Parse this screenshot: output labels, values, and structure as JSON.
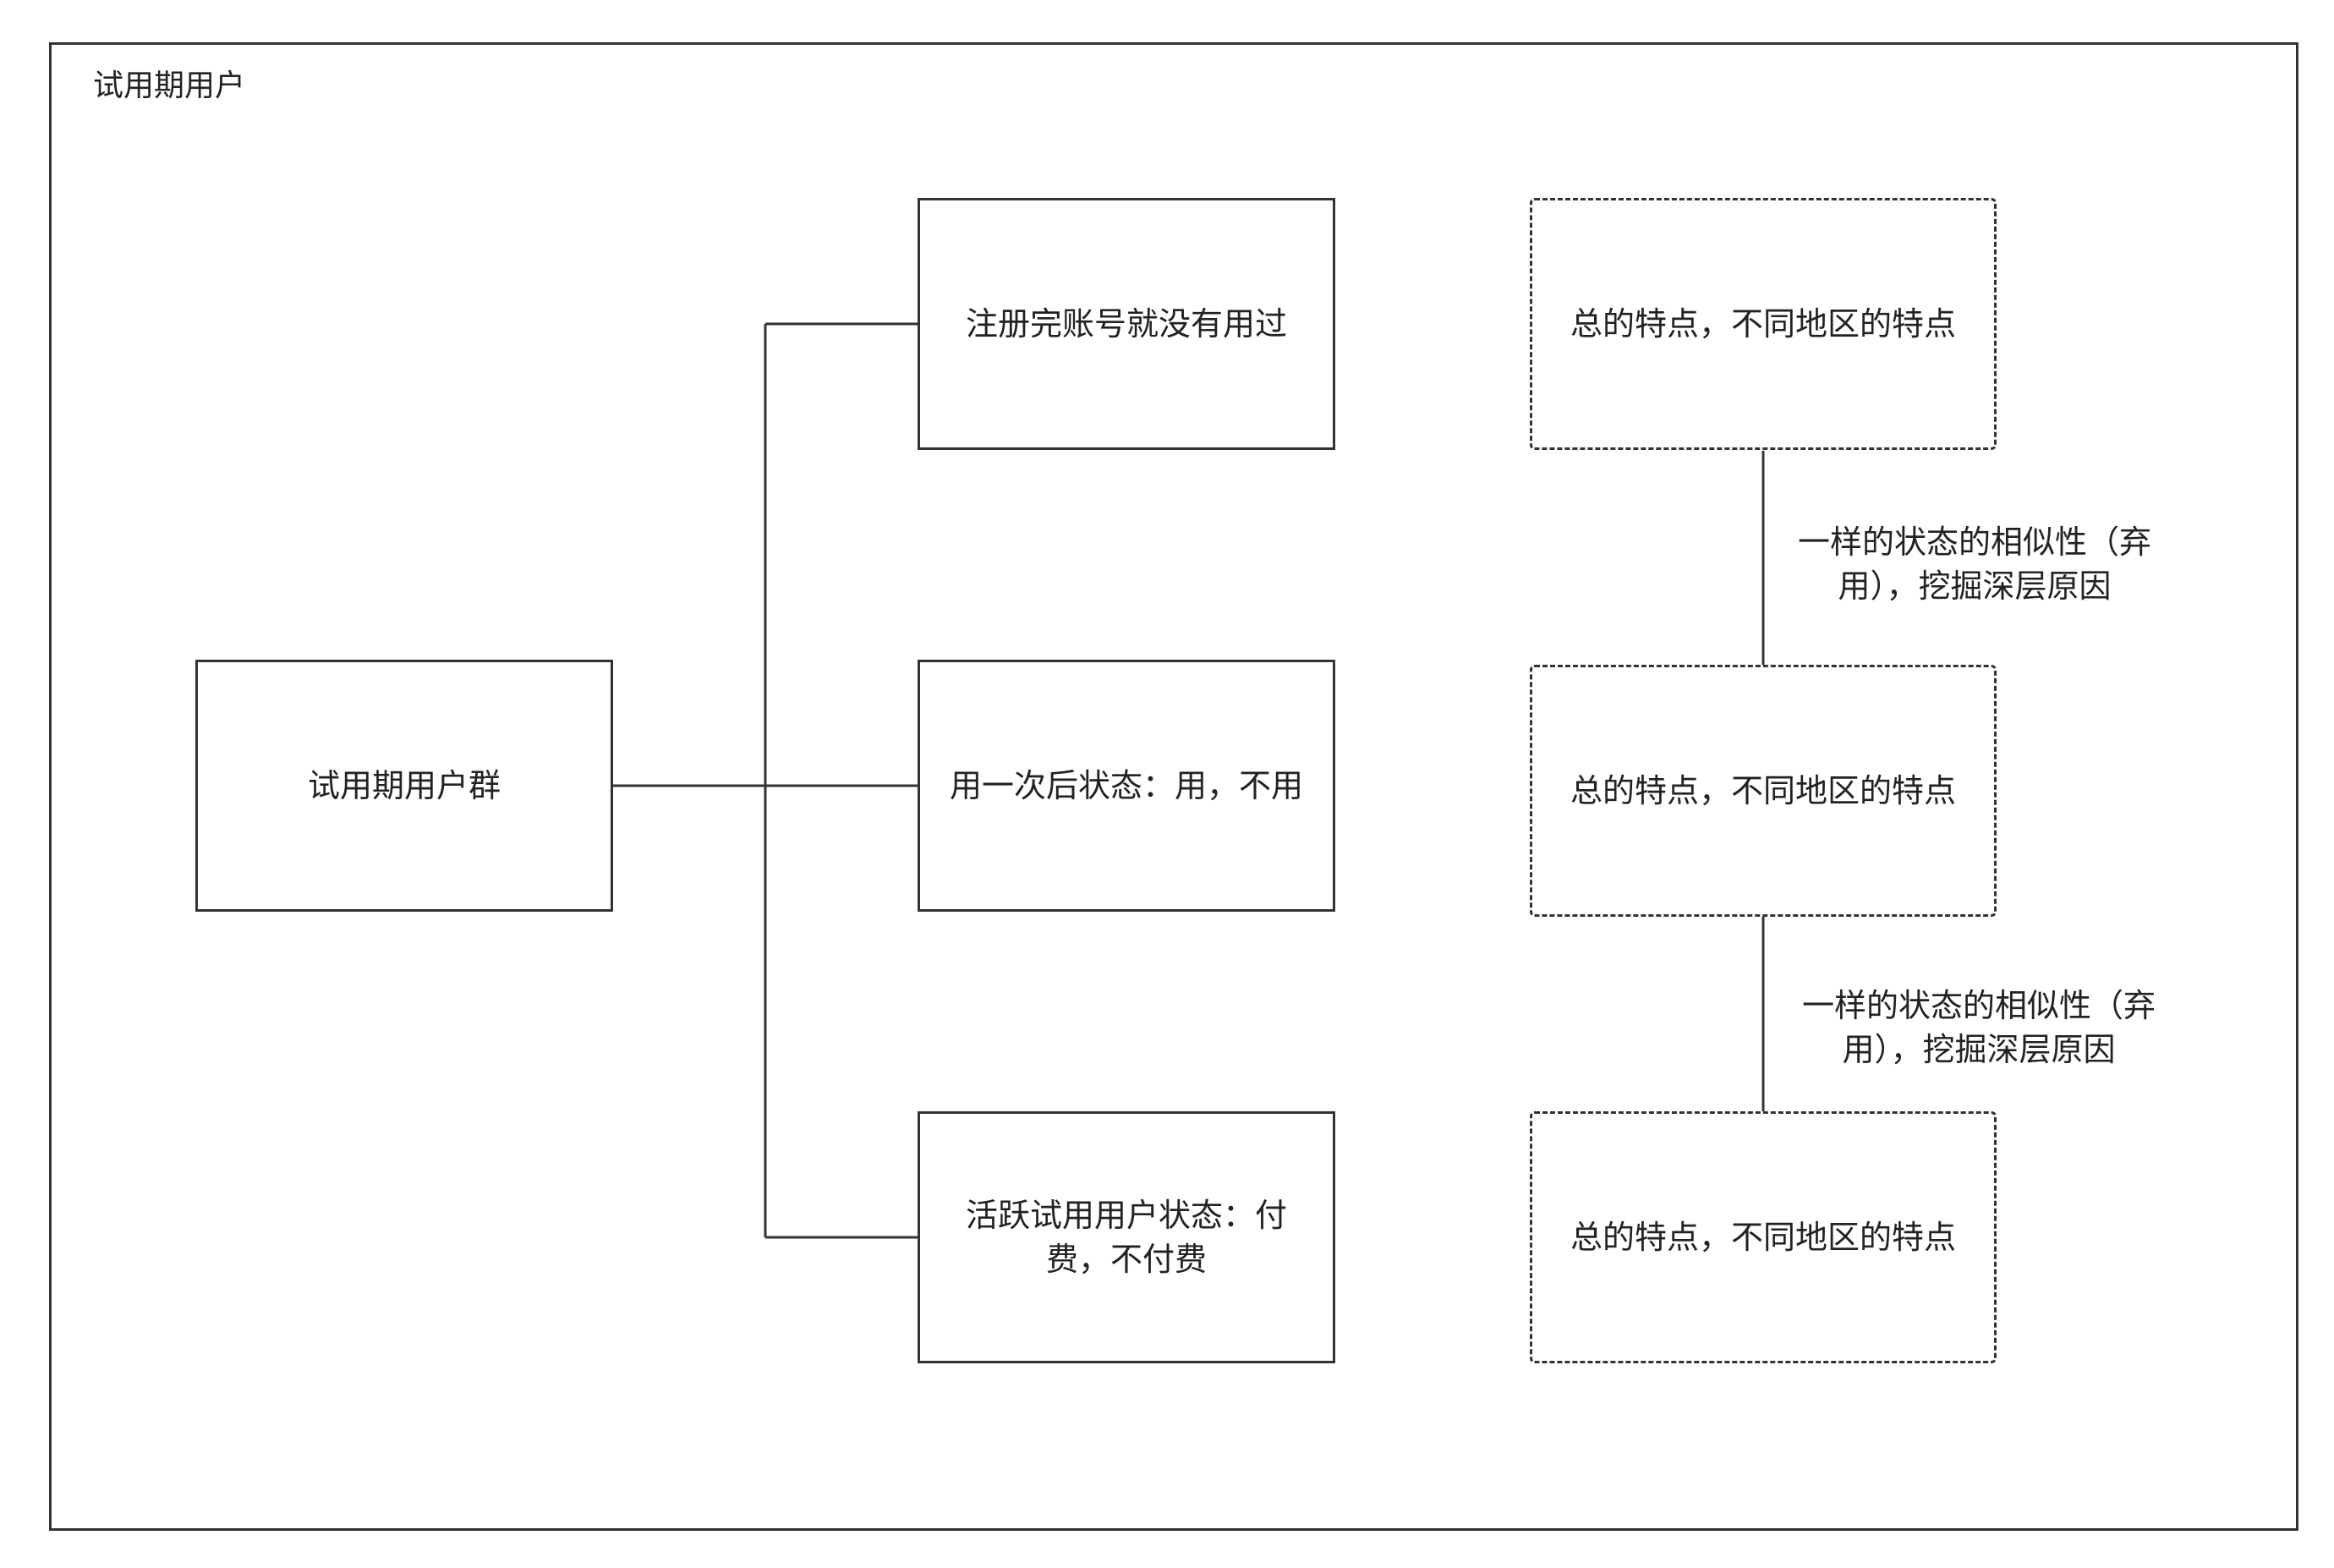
{
  "frame": {
    "title": "试用期用户"
  },
  "root": {
    "label": "试用期用户群"
  },
  "branches": [
    {
      "label": "注册完账号就没有用过"
    },
    {
      "label": "用一次后状态：用，不用"
    },
    {
      "label": "活跃试用用户状态：付费，不付费"
    }
  ],
  "features": [
    {
      "label": "总的特点，不同地区的特点"
    },
    {
      "label": "总的特点，不同地区的特点"
    },
    {
      "label": "总的特点，不同地区的特点"
    }
  ],
  "links": [
    {
      "label": "一样的状态的相似性（弃用），挖掘深层原因"
    },
    {
      "label": "一样的状态的相似性（弃用），挖掘深层原因"
    }
  ]
}
